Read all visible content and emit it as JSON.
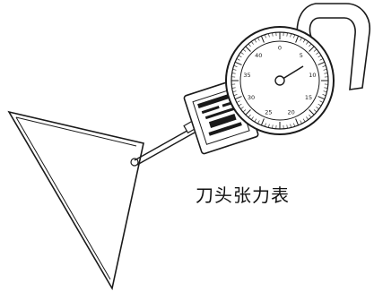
{
  "caption": "刀头张力表",
  "dial": {
    "tick_labels": [
      "0",
      "5",
      "10",
      "15",
      "20",
      "25",
      "30",
      "35",
      "40"
    ]
  },
  "colors": {
    "ink": "#1a1a1a",
    "background": "#ffffff"
  }
}
